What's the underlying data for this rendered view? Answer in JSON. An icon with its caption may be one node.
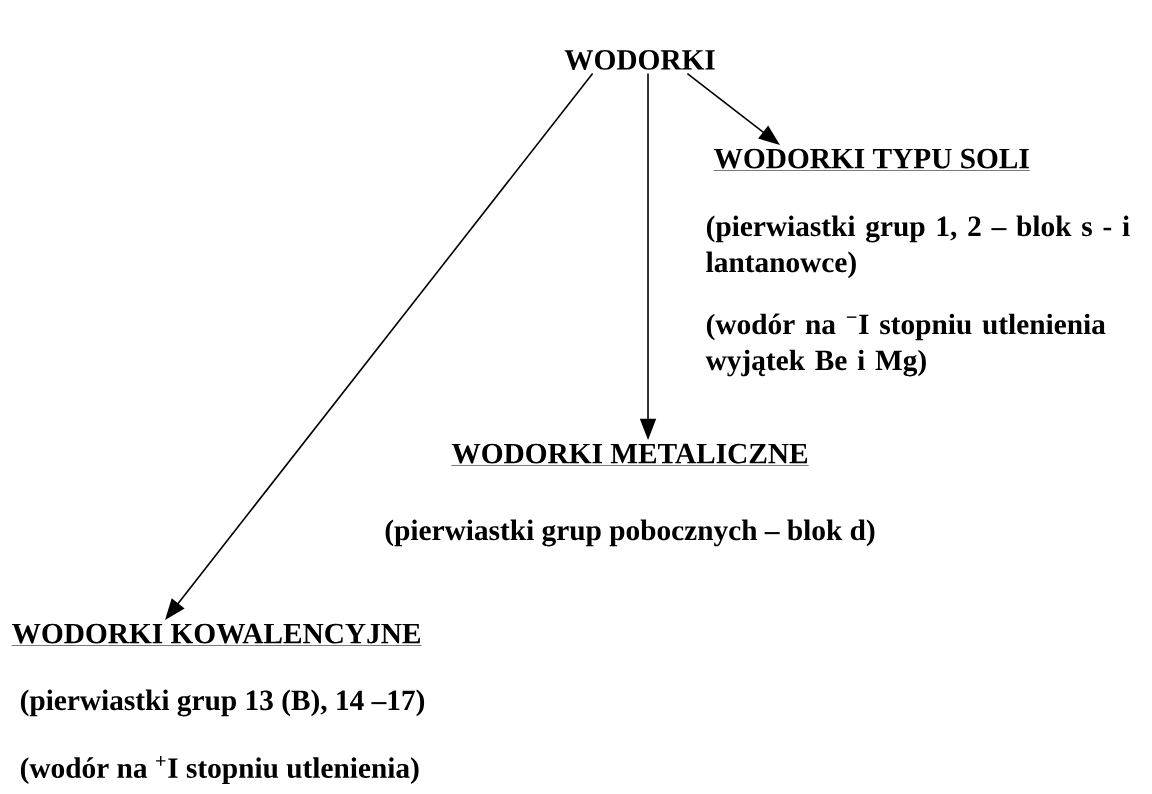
{
  "diagram": {
    "nodes": [
      {
        "text": [
          "WODORKI"
        ]
      },
      {
        "text": [
          "WODORKI TYPU SOLI",
          "(pierwiastki grup 1, 2 – blok s - i lantanowce)",
          "(wodór na $^{−}$I stopniu utlenienia wyjątek Be i Mg)"
        ]
      },
      {
        "text": [
          "WODORKI METALICZNE",
          "(pierwiastki grup pobocznych – blok d)"
        ]
      },
      {
        "text": [
          "WODORKI  KOWALENCYJNE",
          "(pierwiastki grup 13 (B), 14 –17)",
          "(wodór na $^{+}$I stopniu utlenienia)"
        ]
      }
    ],
    "edges": [
      {
        "from": 0,
        "to": 1,
        "arrow": "to"
      },
      {
        "from": 0,
        "to": 2,
        "arrow": "to"
      },
      {
        "from": 0,
        "to": 3,
        "arrow": "to"
      }
    ]
  }
}
